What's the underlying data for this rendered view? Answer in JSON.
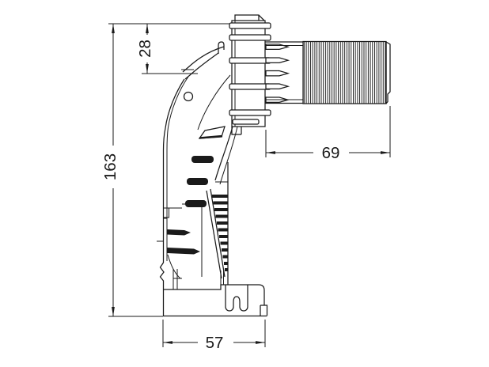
{
  "drawing": {
    "type": "technical-dimension-drawing",
    "background": "#ffffff",
    "line_color": "#1a1a1a",
    "dimensions": {
      "overall_height": "163",
      "top_offset": "28",
      "thread_length": "69",
      "base_width": "57"
    }
  }
}
